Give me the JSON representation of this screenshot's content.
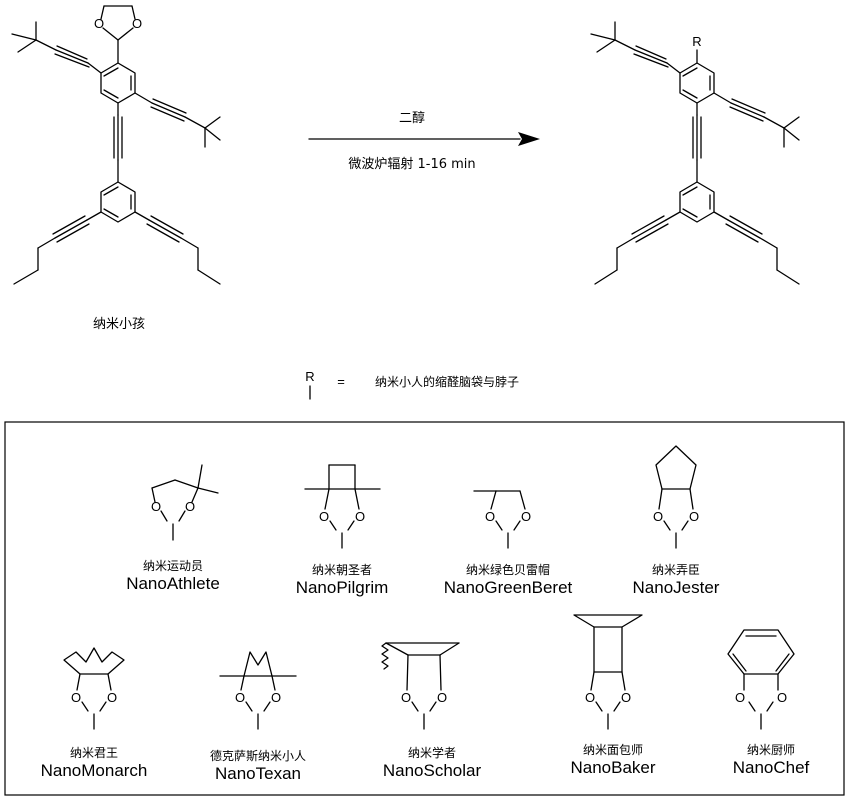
{
  "reaction": {
    "reagent": "二醇",
    "conditions": "微波炉辐射  1-16 min",
    "reactant_name": "纳米小孩",
    "product_substituent": "R"
  },
  "legend": {
    "symbol": "R",
    "equals": "=",
    "description": "纳米小人的缩醛脑袋与脖子"
  },
  "atoms": {
    "oxygen": "O"
  },
  "nanoputians": [
    {
      "cn": "纳米运动员",
      "en": "NanoAthlete"
    },
    {
      "cn": "纳米朝圣者",
      "en": "NanoPilgrim"
    },
    {
      "cn": "纳米绿色贝雷帽",
      "en": "NanoGreenBeret"
    },
    {
      "cn": "纳米弄臣",
      "en": "NanoJester"
    },
    {
      "cn": "纳米君王",
      "en": "NanoMonarch"
    },
    {
      "cn": "德克萨斯纳米小人",
      "en": "NanoTexan"
    },
    {
      "cn": "纳米学者",
      "en": "NanoScholar"
    },
    {
      "cn": "纳米面包师",
      "en": "NanoBaker"
    },
    {
      "cn": "纳米厨师",
      "en": "NanoChef"
    }
  ]
}
